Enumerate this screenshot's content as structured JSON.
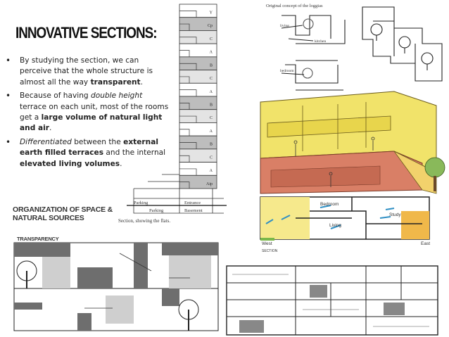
{
  "title": "INNOVATIVE SECTIONS:",
  "bullets": [
    {
      "pre": "By studying the section, we can perceive that the whole structure is almost all the way ",
      "strong": "transparent",
      "post": "."
    },
    {
      "pre": "Because of having ",
      "em": "double height",
      "mid": " terrace on each unit, most of the rooms get a ",
      "strong": "large volume of natural light and air",
      "post": "."
    },
    {
      "em": "Differentiated",
      "mid": " between the ",
      "strong": "external earth filled terraces",
      "mid2": " and the internal ",
      "strong2": "elevated living volumes",
      "post": "."
    }
  ],
  "tower_section": {
    "unit_labels": [
      "Y",
      "Cp",
      "C",
      "A",
      "B",
      "C",
      "A",
      "B",
      "C",
      "A",
      "B",
      "C",
      "A",
      "Aip"
    ],
    "base_labels": [
      "Parking",
      "Parking",
      "Entrance",
      "Basement"
    ],
    "caption": "Section, showing the flats."
  },
  "loggia": {
    "caption": "Original concept of the loggias",
    "labels": [
      "living",
      "kitchen",
      "bedroom"
    ]
  },
  "organization_caption": "ORGANIZATION OF SPACE & NATURAL SOURCES",
  "transparency_caption": "TRANSPARENCY",
  "natural_section": {
    "labels": [
      "Bedroom",
      "Living",
      "Study",
      "West",
      "East",
      "SECTION"
    ]
  },
  "colors": {
    "yellow": "#f1e36a",
    "brick": "#d0745a",
    "green": "#7bb84a",
    "blue_arrow": "#2f8fc4",
    "grey_dark": "#555555",
    "text": "#222222"
  }
}
